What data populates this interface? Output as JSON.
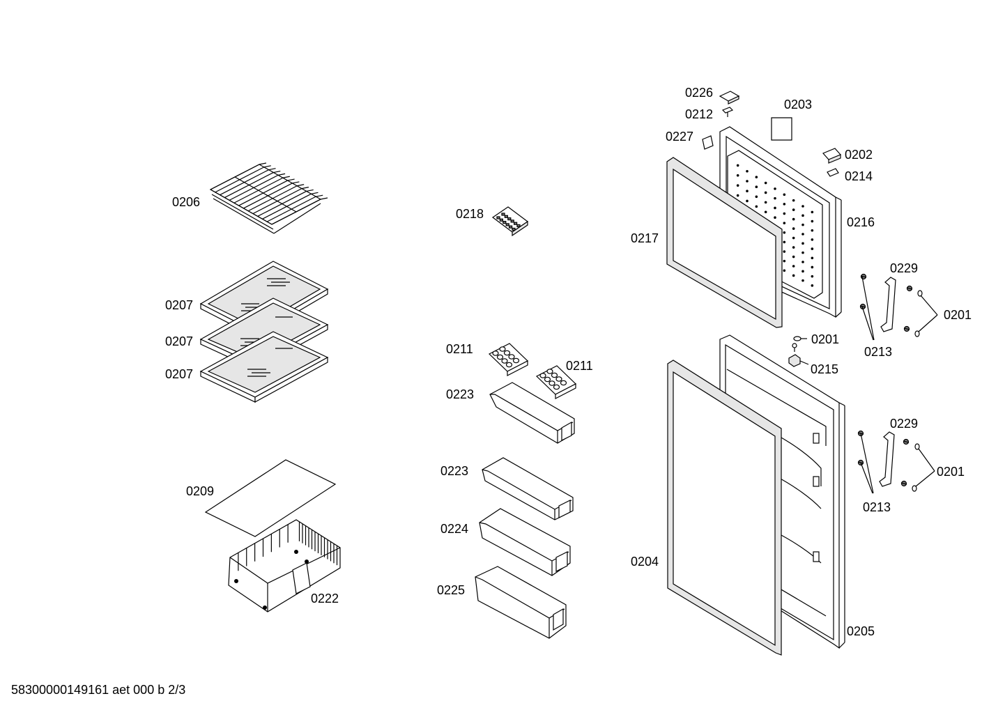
{
  "footer": {
    "doc_code": "58300000149161 aet 000 b 2/3"
  },
  "labels": {
    "l0206": "0206",
    "l0207a": "0207",
    "l0207b": "0207",
    "l0207c": "0207",
    "l0209": "0209",
    "l0222": "0222",
    "l0218": "0218",
    "l0211a": "0211",
    "l0211b": "0211",
    "l0223a": "0223",
    "l0223b": "0223",
    "l0224": "0224",
    "l0225": "0225",
    "l0226": "0226",
    "l0212": "0212",
    "l0227": "0227",
    "l0203": "0203",
    "l0202": "0202",
    "l0214": "0214",
    "l0216": "0216",
    "l0217": "0217",
    "l0229a": "0229",
    "l0201a": "0201",
    "l0213a": "0213",
    "l0201b": "0201",
    "l0215": "0215",
    "l0229b": "0229",
    "l0201c": "0201",
    "l0213b": "0213",
    "l0204": "0204",
    "l0205": "0205"
  }
}
